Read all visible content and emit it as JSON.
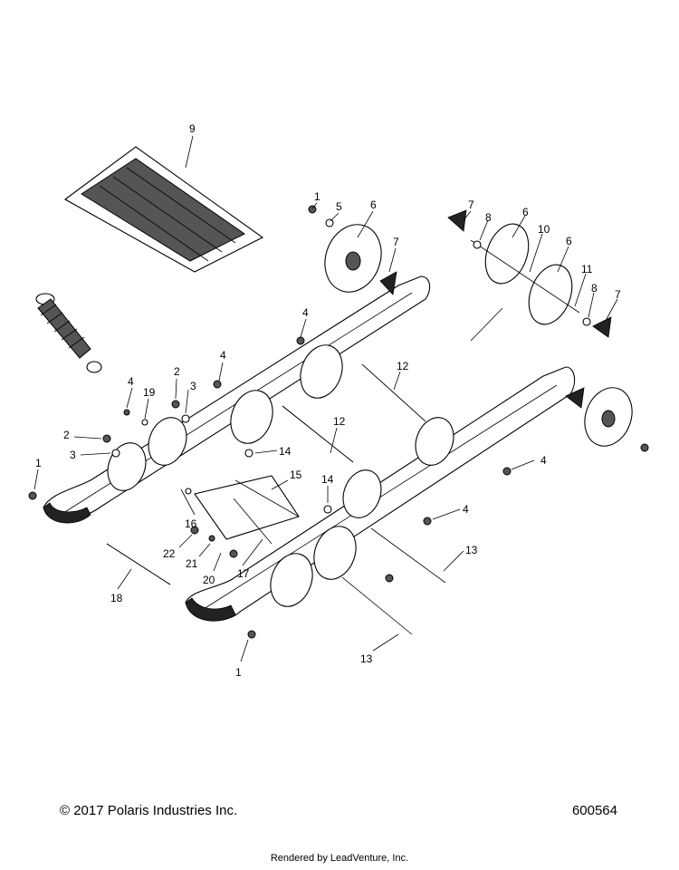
{
  "footer": {
    "copyright": "© 2017 Polaris Industries Inc.",
    "drawing_number": "600564",
    "rendered_by": "Rendered by LeadVenture, Inc."
  },
  "callouts": {
    "c9": "9",
    "c1a": "1",
    "c5": "5",
    "c6a": "6",
    "c7a": "7",
    "c7b": "7",
    "c8a": "8",
    "c6b": "6",
    "c10": "10",
    "c6c": "6",
    "c11": "11",
    "c8b": "8",
    "c7c": "7",
    "c4a": "4",
    "c4b": "4",
    "c4c": "4",
    "c2a": "2",
    "c3a": "3",
    "c19": "19",
    "c12a": "12",
    "c12b": "12",
    "c2b": "2",
    "c3b": "3",
    "c14a": "14",
    "c1b": "1",
    "c15": "15",
    "c14b": "14",
    "c4d": "4",
    "c4e": "4",
    "c16": "16",
    "c22": "22",
    "c21": "21",
    "c20": "20",
    "c17": "17",
    "c13a": "13",
    "c18": "18",
    "c13b": "13",
    "c1c": "1"
  }
}
